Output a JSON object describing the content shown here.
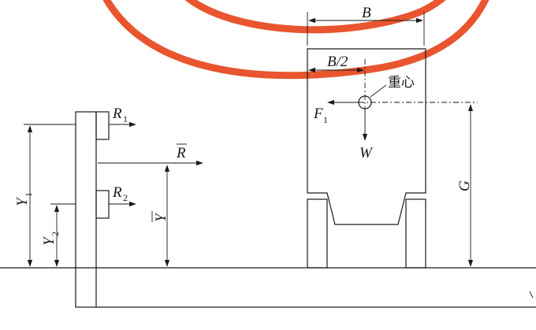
{
  "labels": {
    "B": "B",
    "B_half": "B/2",
    "center_of_gravity": "重心",
    "F": "F",
    "F_sub": "1",
    "W": "W",
    "G": "G",
    "R1": "R",
    "R1_sub": "1",
    "R2": "R",
    "R2_sub": "2",
    "R_bar": "R",
    "Y_bar": "Y",
    "Y1": "Y",
    "Y1_sub": "1",
    "Y2": "Y",
    "Y2_sub": "2"
  },
  "colors": {
    "ink": "#1a1a1a",
    "ring": "#e8552e"
  }
}
